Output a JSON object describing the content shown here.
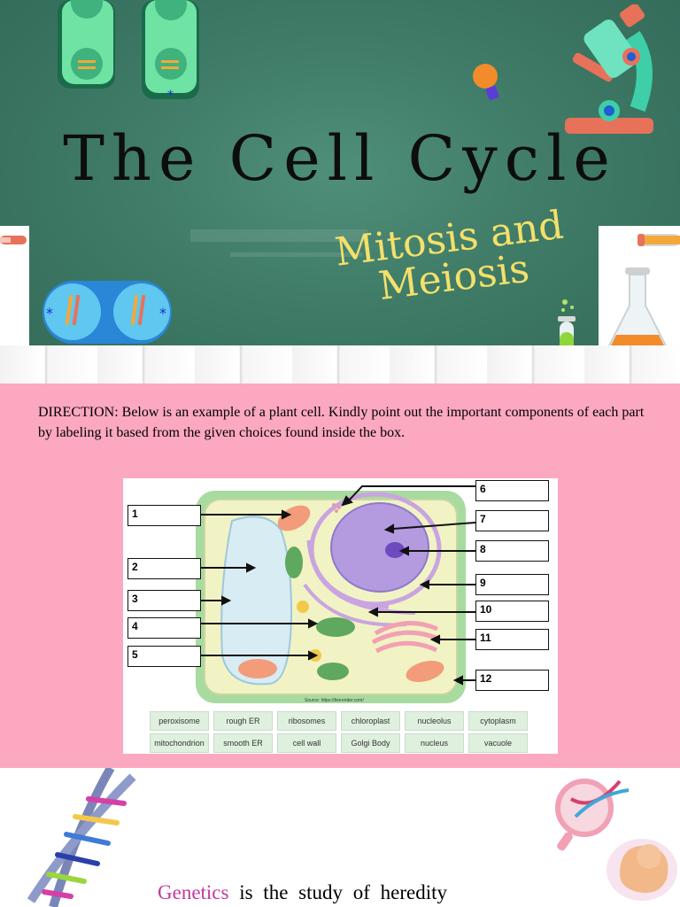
{
  "header": {
    "title": "The Cell Cycle",
    "subtitle_line1": "Mitosis and",
    "subtitle_line2": "Meiosis"
  },
  "worksheet": {
    "direction": "DIRECTION: Below is an example of a plant cell. Kindly point out the important components of each part by labeling it based from the given choices found inside the box.",
    "labels": [
      "1",
      "2",
      "3",
      "4",
      "5",
      "6",
      "7",
      "8",
      "9",
      "10",
      "11",
      "12"
    ],
    "source": "Source: https://biorender.com/",
    "choices_row1": [
      "peroxisome",
      "rough ER",
      "ribosomes",
      "chloroplast",
      "nucleolus",
      "cytoplasm"
    ],
    "choices_row2": [
      "mitochondrion",
      "smooth ER",
      "cell wall",
      "Golgi Body",
      "nucleus",
      "vacuole"
    ]
  },
  "footer": {
    "keyword": "Genetics",
    "rest": "is the study of heredity"
  },
  "colors": {
    "board": "#3f7b67",
    "pink": "#fca8c1",
    "subtitle": "#f4e06a",
    "keyword": "#c33a9e"
  }
}
